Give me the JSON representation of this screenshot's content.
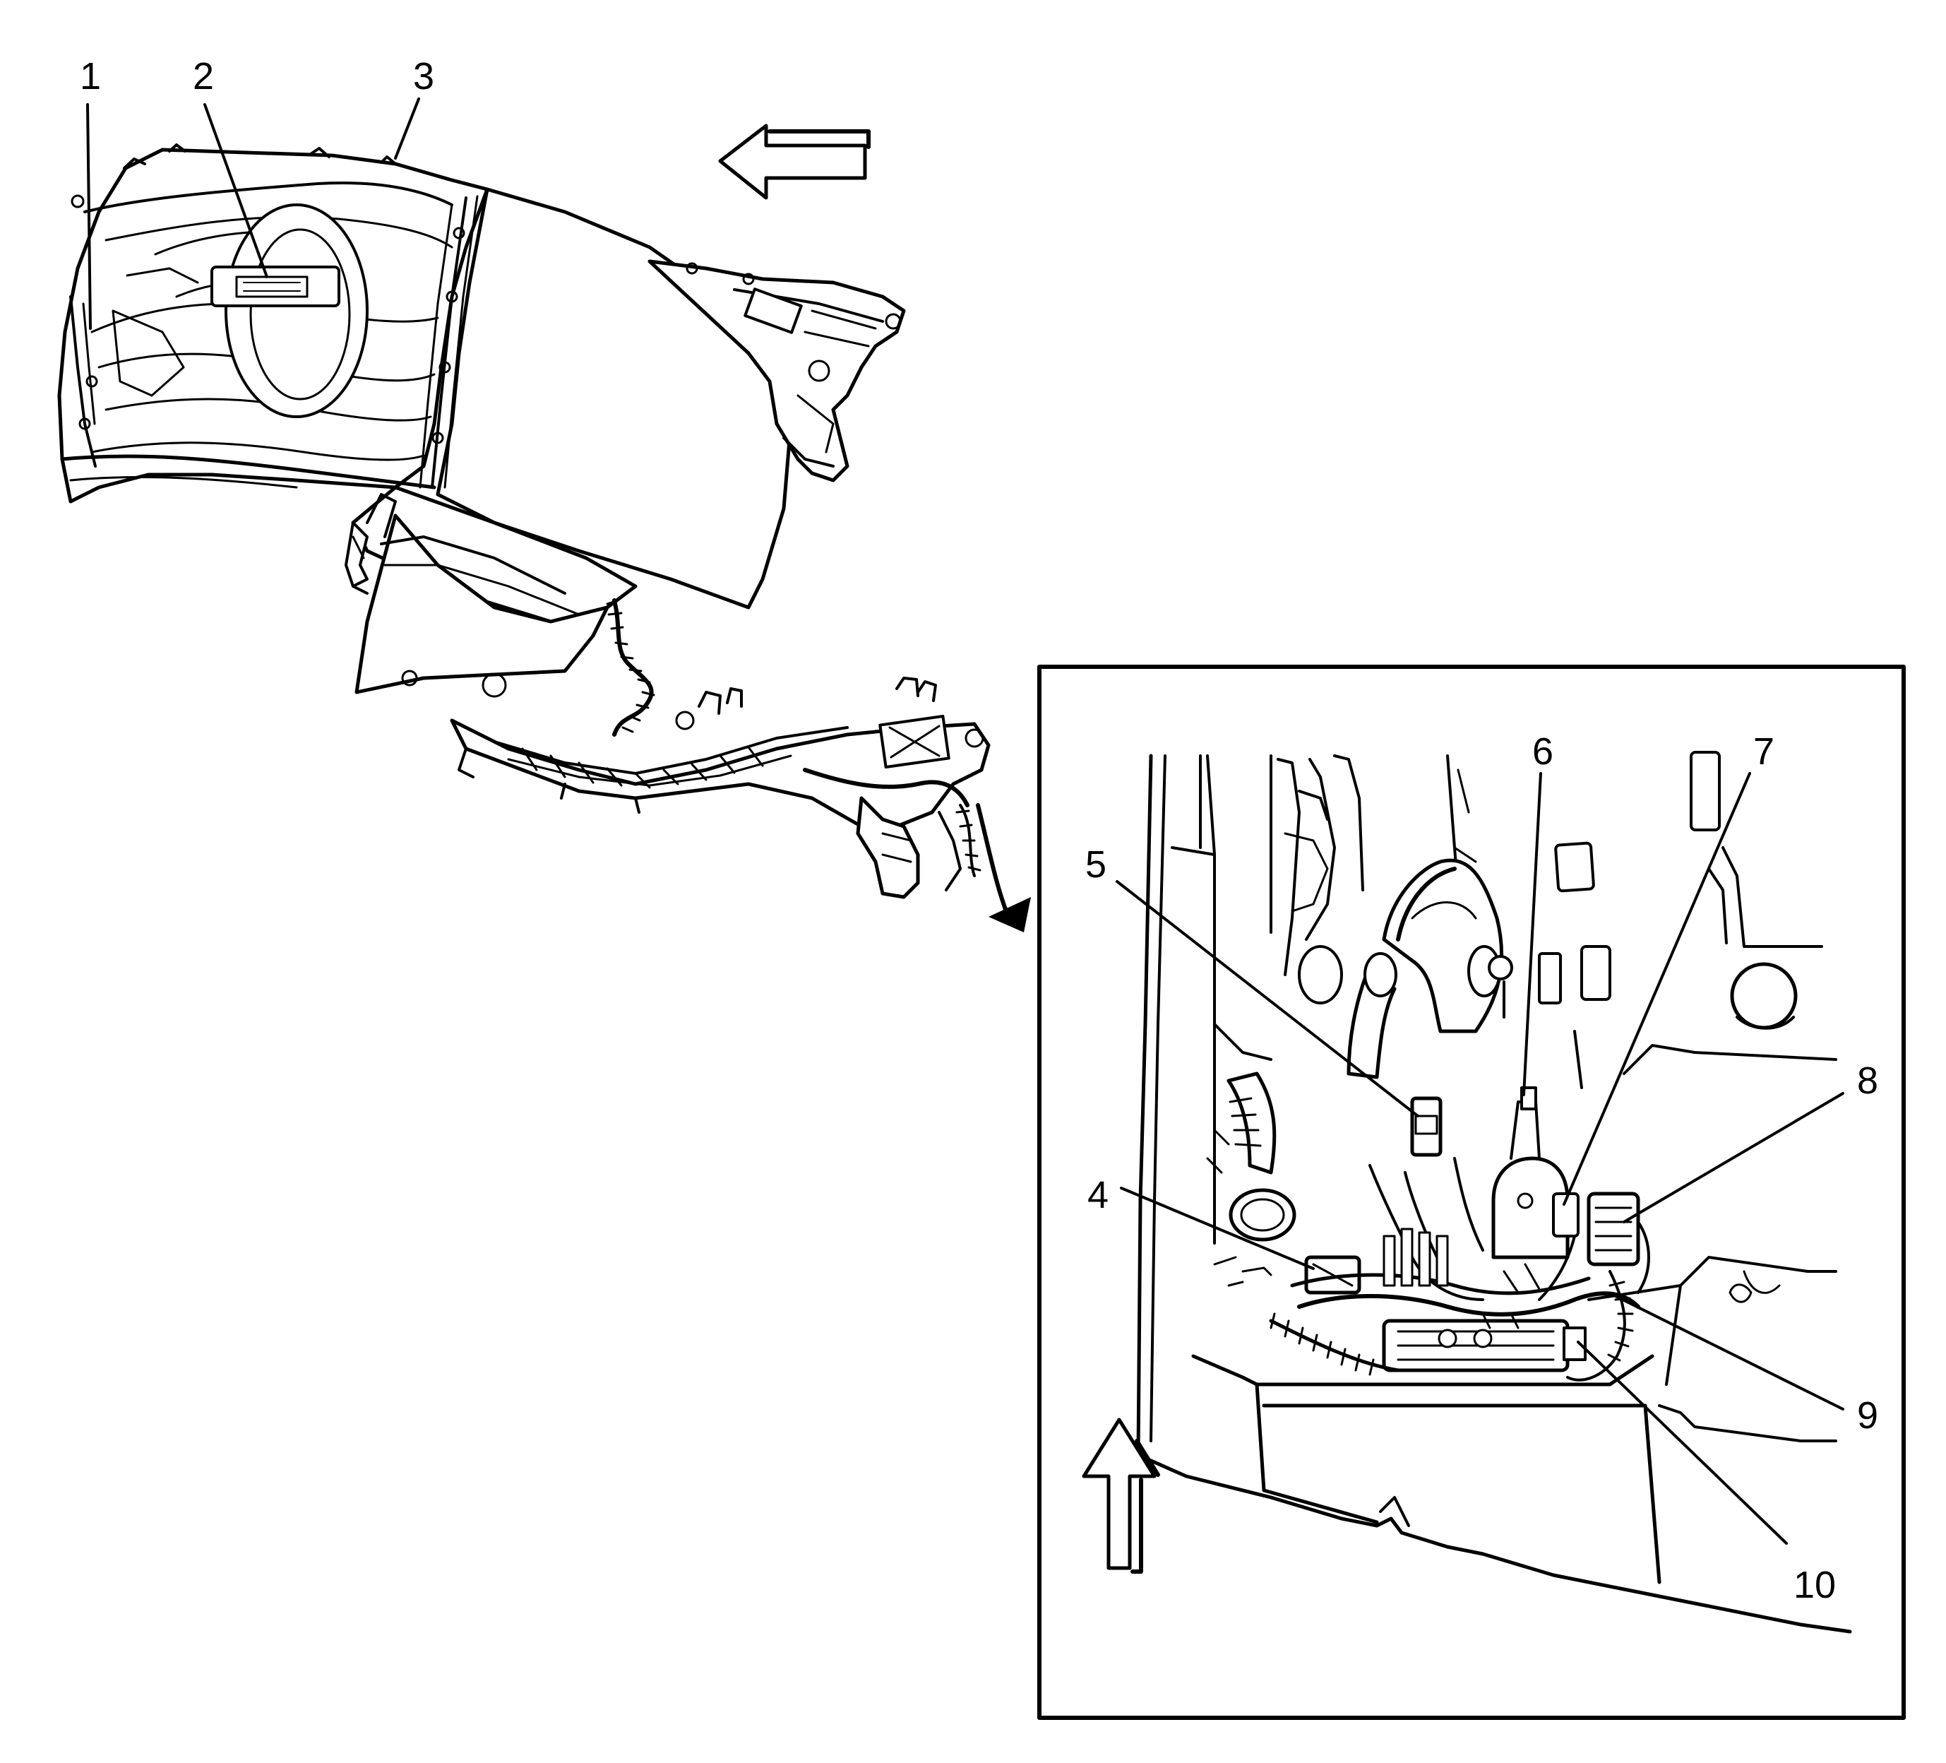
{
  "callouts": [
    {
      "id": "1",
      "label": "1"
    },
    {
      "id": "2",
      "label": "2"
    },
    {
      "id": "3",
      "label": "3"
    },
    {
      "id": "4",
      "label": "4"
    },
    {
      "id": "5",
      "label": "5"
    },
    {
      "id": "6",
      "label": "6"
    },
    {
      "id": "7",
      "label": "7"
    },
    {
      "id": "8",
      "label": "8"
    },
    {
      "id": "9",
      "label": "9"
    },
    {
      "id": "10",
      "label": "10"
    }
  ],
  "icons": {
    "forward_arrow": "left-arrow-icon",
    "inset_arrow": "up-arrow-icon",
    "detail_pointer": "curved-arrow-icon"
  },
  "colors": {
    "line": "#000000",
    "background": "#ffffff"
  }
}
